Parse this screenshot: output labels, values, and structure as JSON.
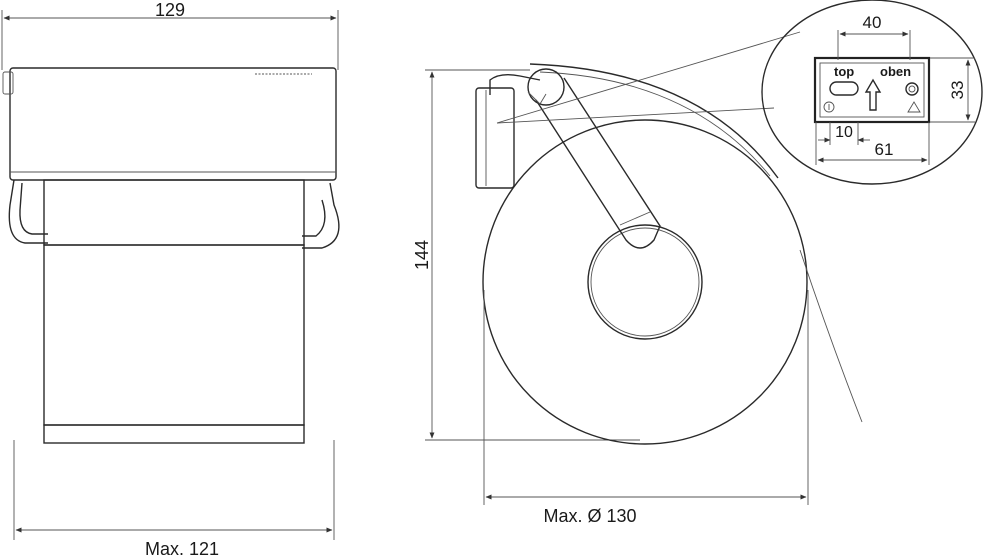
{
  "dimensions": {
    "front_width": "129",
    "front_base_width": "Max. 121",
    "side_height": "144",
    "roll_diameter": "Max. Ø 130"
  },
  "detail": {
    "width_40": "40",
    "height_33": "33",
    "width_10": "10",
    "width_61": "61",
    "label_top": "top",
    "label_oben": "oben"
  }
}
